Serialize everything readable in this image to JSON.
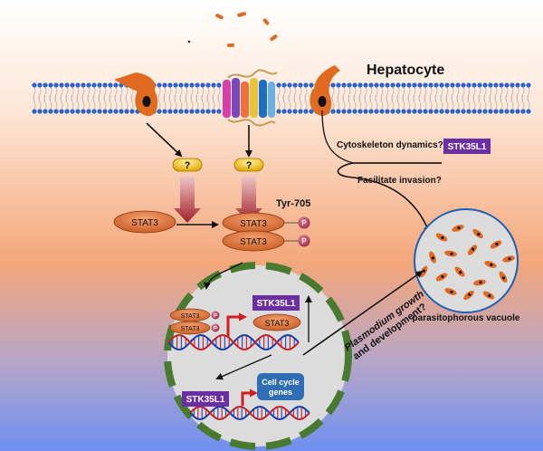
{
  "cell_label": "Hepatocyte",
  "unknown_mark": "?",
  "stat3_label": "STAT3",
  "phospho_label": "P",
  "tyr_label": "Tyr-705",
  "stk_label": "STK35L1",
  "cytoskeleton_label": "Cytoskeleton dynamics?",
  "invasion_label": "Facilitate invasion?",
  "vacuole_label": "parasitophorous vacuole",
  "growth_line1": "Plasmodium growth",
  "growth_line2": "and development?",
  "cellcycle_line1": "Cell cycle",
  "cellcycle_line2": "genes",
  "colors": {
    "bg_top": "#ffffff",
    "bg_mid": "#f4a77a",
    "bg_bottom": "#6f8ff0",
    "stat3": "#e07030",
    "phospho": "#b03050",
    "stk_box": "#6a2fa0",
    "cellcycle_box": "#2f6db5",
    "nucleus": "#4a7a30",
    "parasite": "#e06a20",
    "question": "#f2c200"
  }
}
